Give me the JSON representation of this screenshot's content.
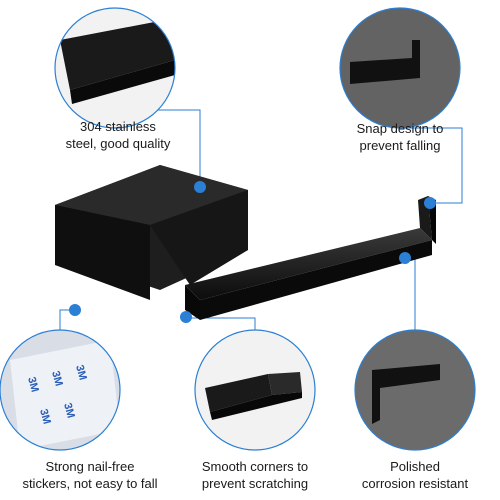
{
  "colors": {
    "accent": "#2b7fd4",
    "product": "#111111",
    "background": "#ffffff",
    "texture": "#6b6b6b"
  },
  "callouts": {
    "steel": [
      "304 stainless",
      "steel, good quality"
    ],
    "snap": [
      "Snap design to",
      "prevent falling"
    ],
    "sticker": [
      "Strong nail-free",
      "stickers, not easy to fall"
    ],
    "corners": [
      "Smooth corners to",
      "prevent scratching"
    ],
    "polished": [
      "Polished",
      "corrosion resistant"
    ]
  },
  "sticker_text": "3M"
}
